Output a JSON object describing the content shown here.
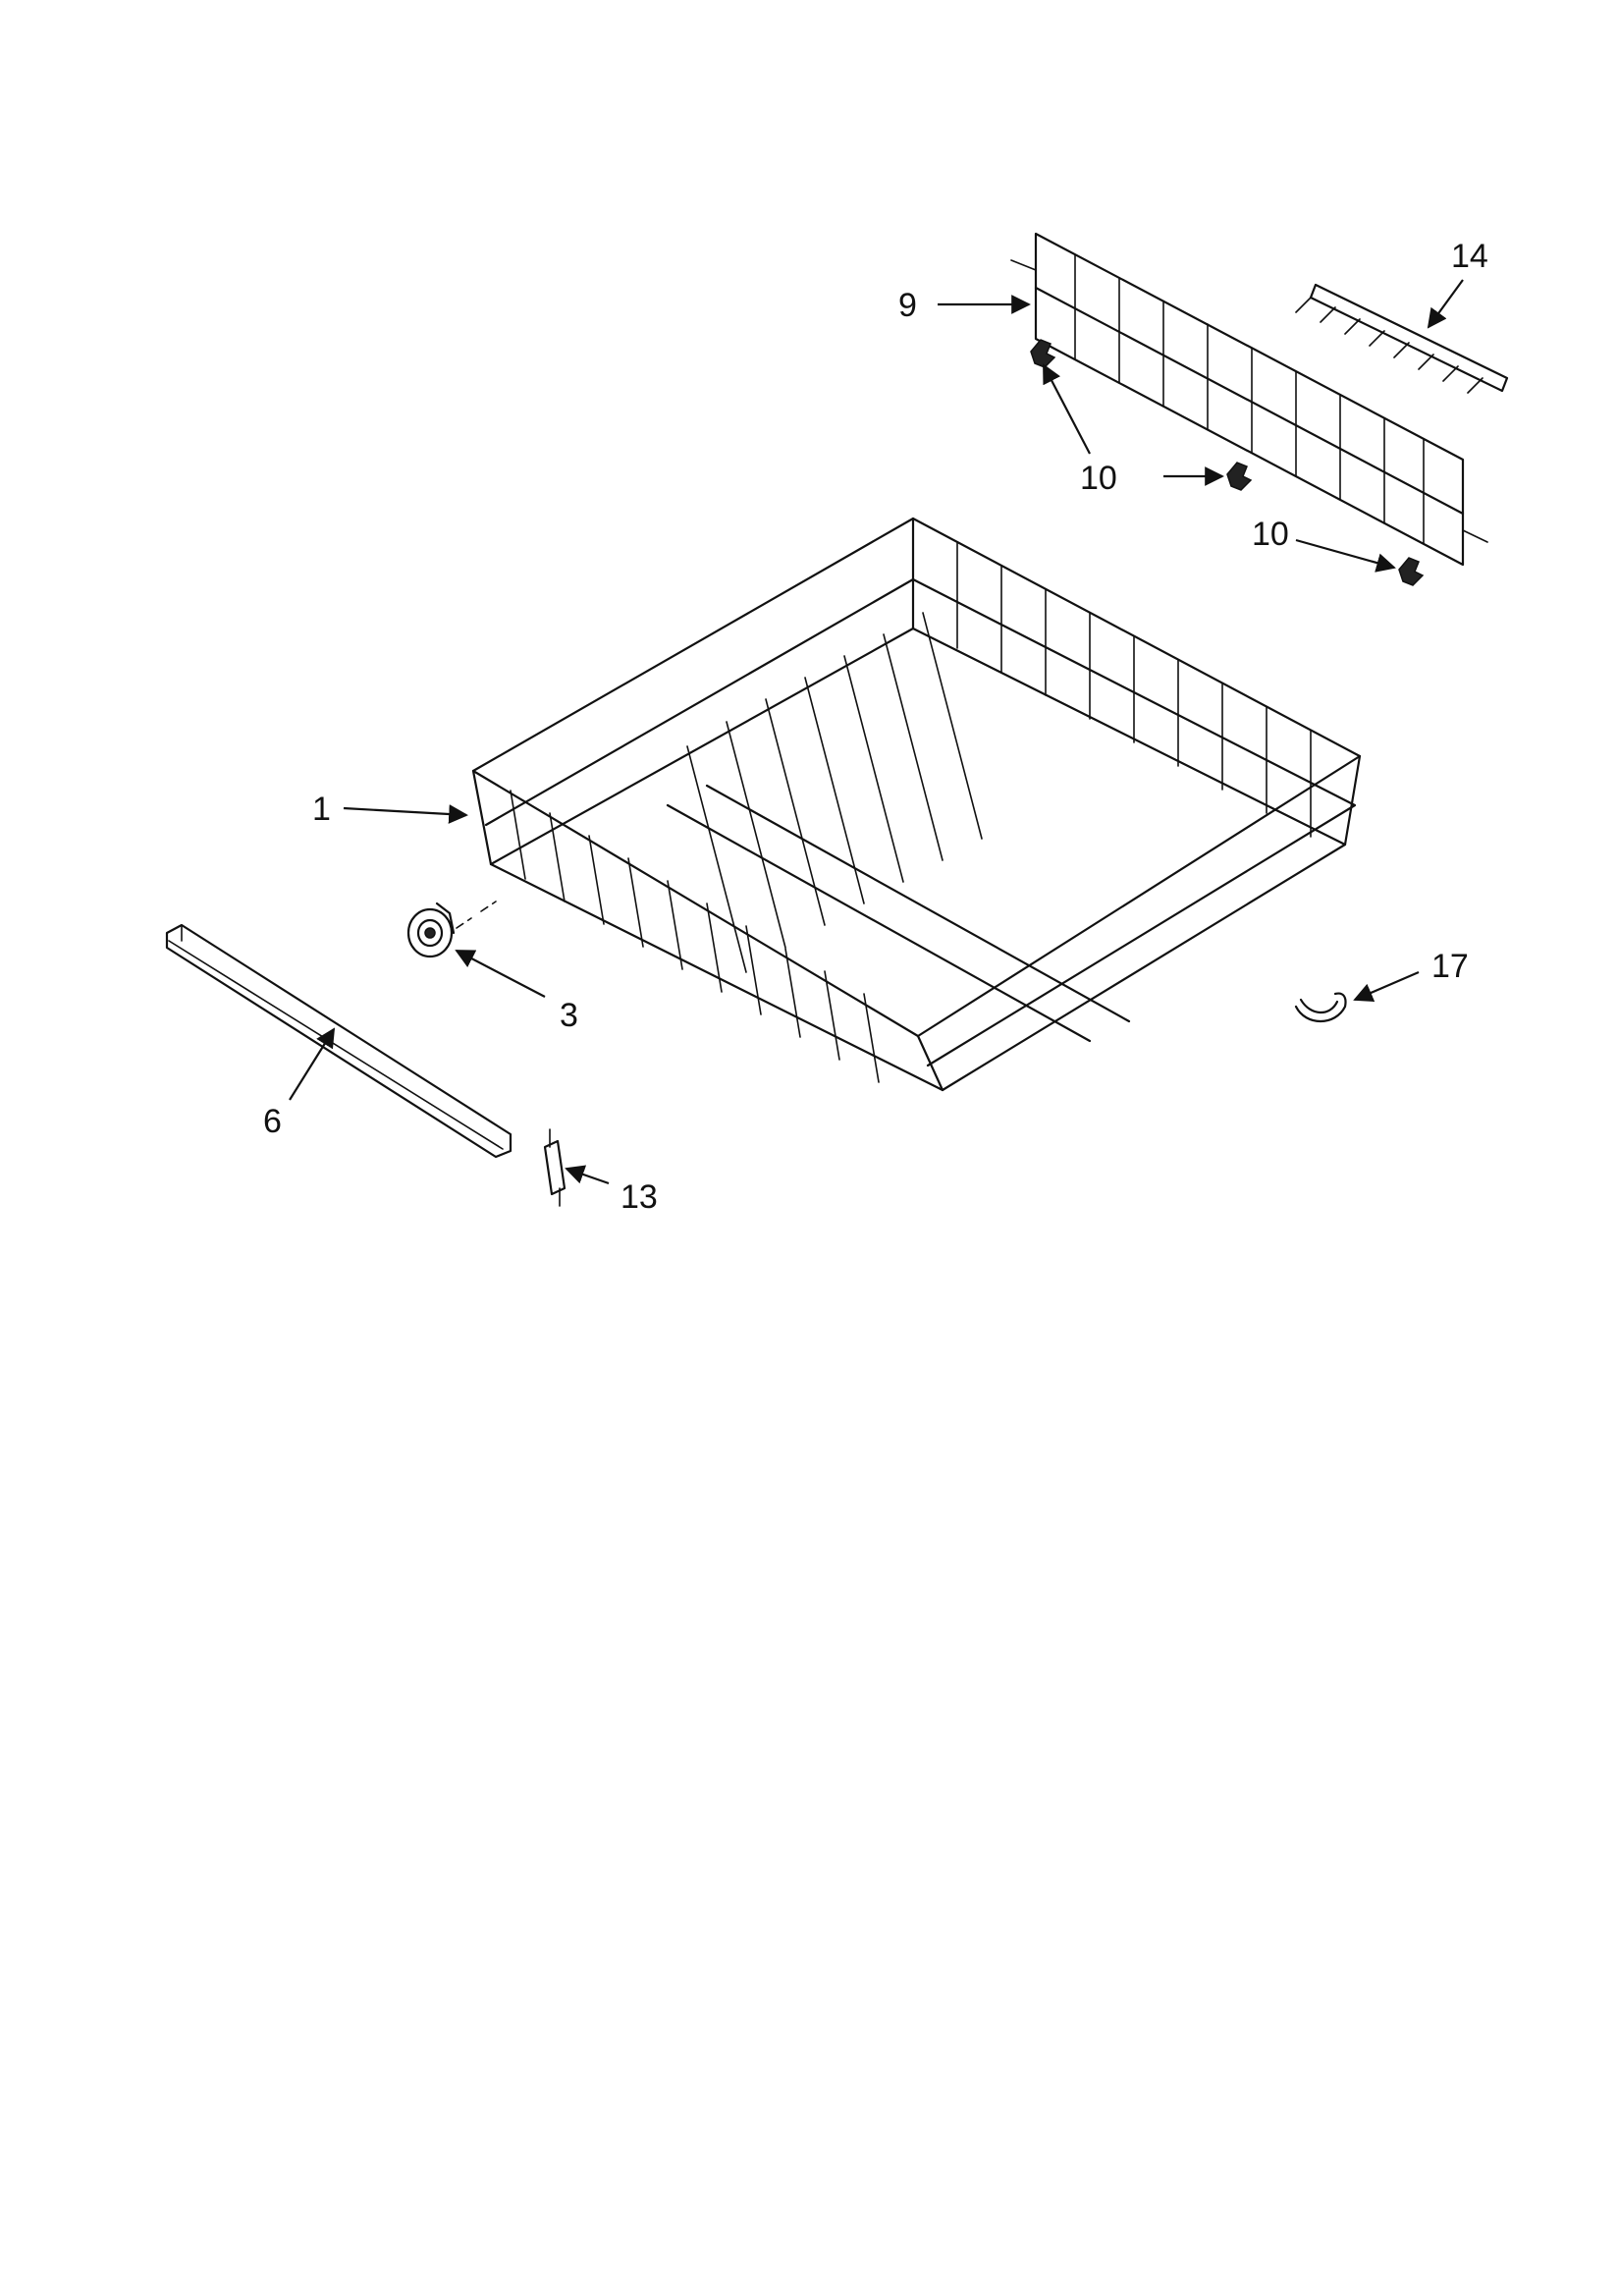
{
  "callouts": {
    "c1": "1",
    "c3": "3",
    "c6": "6",
    "c9": "9",
    "c10a": "10",
    "c10b": "10",
    "c13": "13",
    "c14": "14",
    "c17": "17"
  },
  "colors": {
    "line": "#111111",
    "background": "#ffffff"
  }
}
